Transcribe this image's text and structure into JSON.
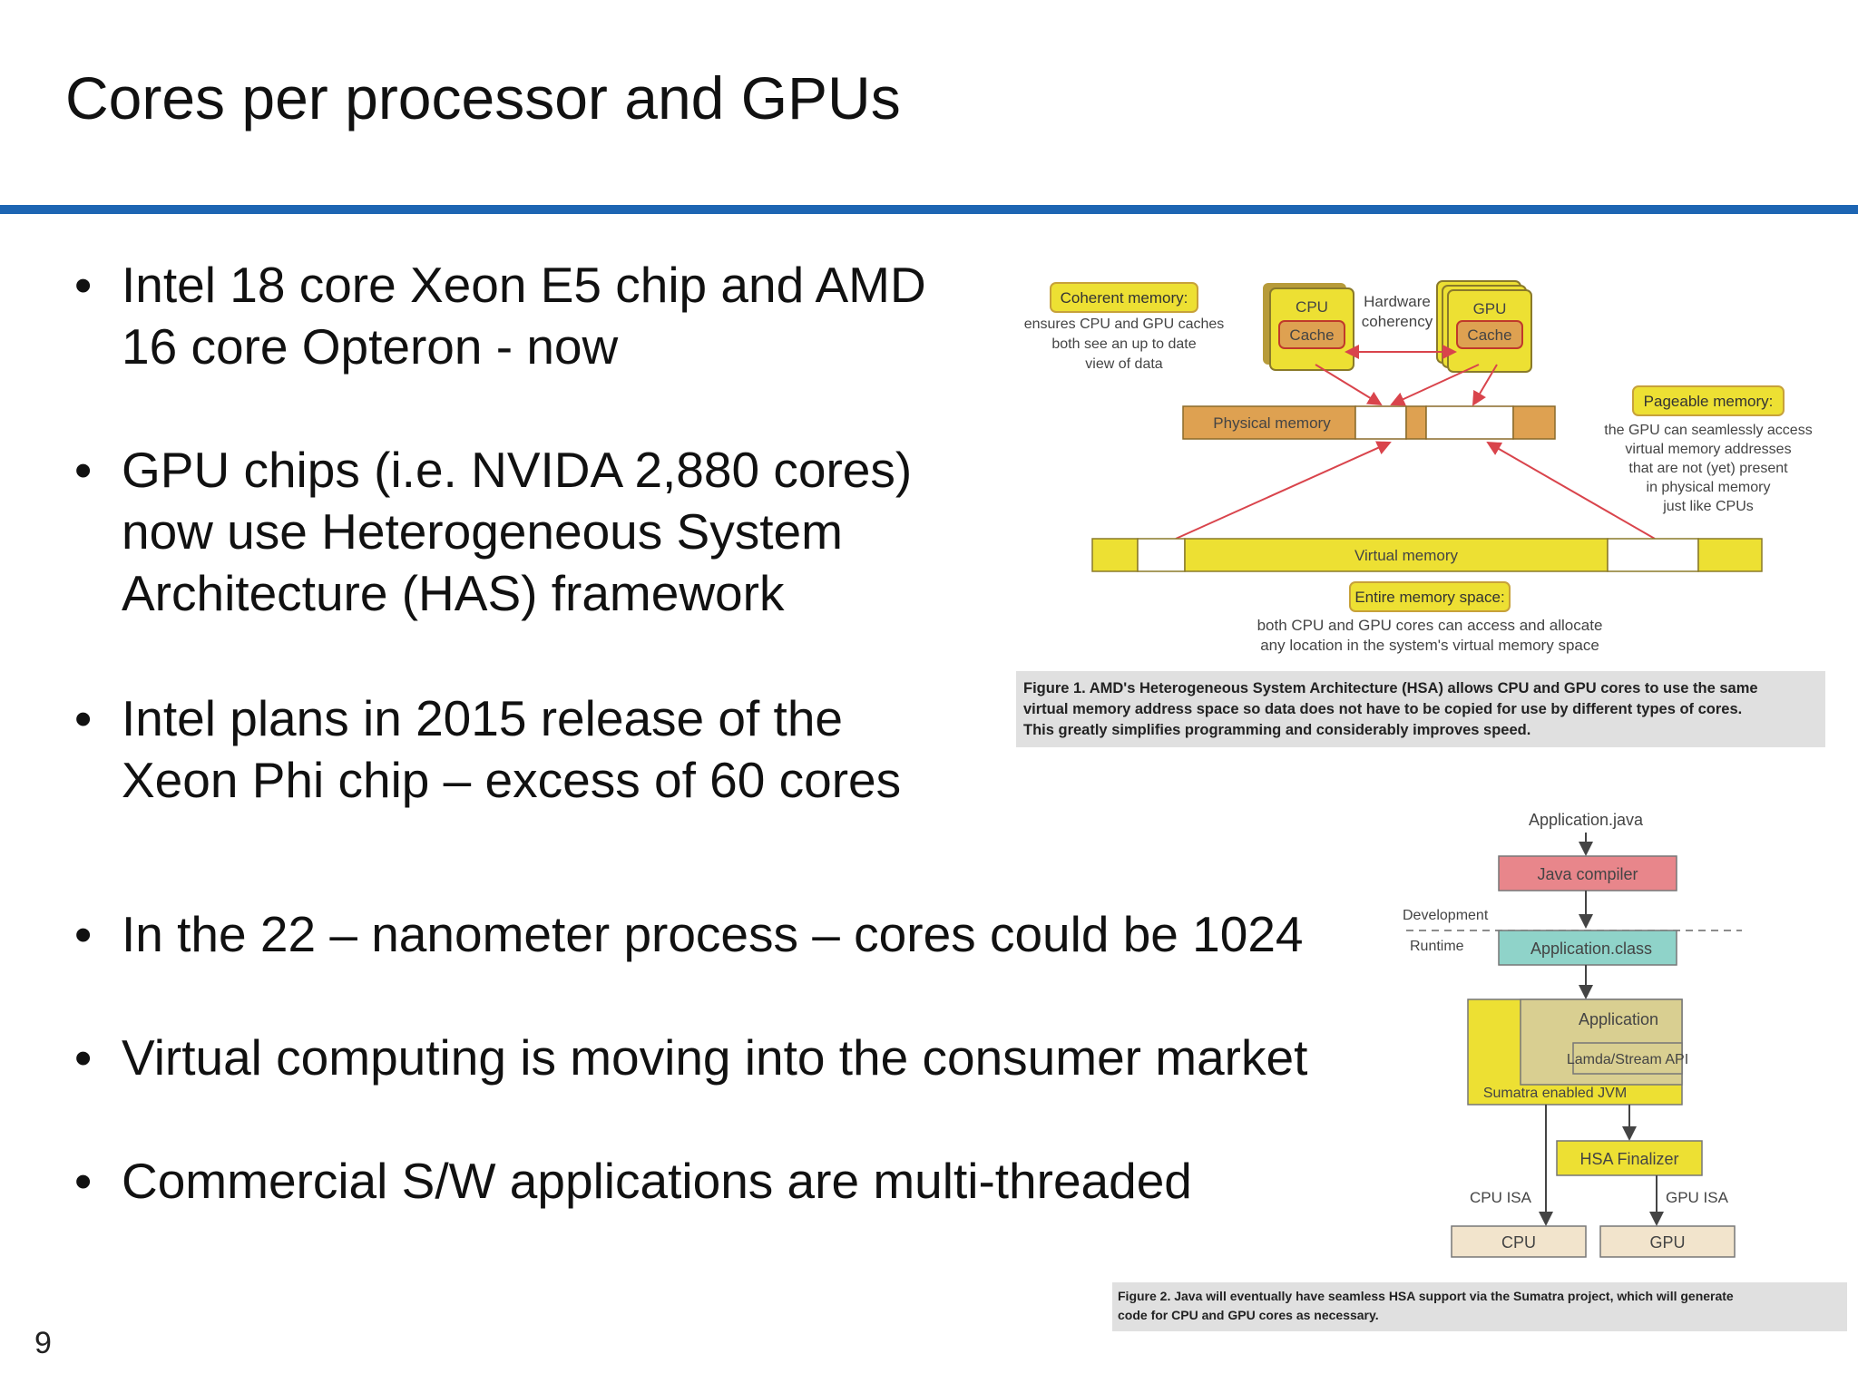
{
  "slide": {
    "title": "Cores per processor and GPUs",
    "page_number": "9"
  },
  "bullets": [
    {
      "lines": [
        "Intel 18 core Xeon E5 chip and AMD",
        "16 core Opteron - now"
      ]
    },
    {
      "lines": [
        "GPU chips (i.e. NVIDA 2,880 cores)",
        "now use Heterogeneous System",
        "Architecture (HAS) framework"
      ]
    },
    {
      "lines": [
        "Intel plans in 2015 release of the",
        "Xeon Phi chip – excess of 60 cores"
      ]
    },
    {
      "lines": [
        "In the 22 – nanometer process – cores could be 1024"
      ]
    },
    {
      "lines": [
        "Virtual computing is moving into the consumer market"
      ]
    },
    {
      "lines": [
        "Commercial S/W applications are multi-threaded"
      ]
    }
  ],
  "figure1": {
    "coherent_label": "Coherent memory:",
    "coherent_desc": [
      "ensures CPU and GPU caches",
      "both see an up to date",
      "view of data"
    ],
    "cpu": "CPU",
    "gpu": "GPU",
    "cache": "Cache",
    "hw_coherency": [
      "Hardware",
      "coherency"
    ],
    "physical_memory": "Physical memory",
    "pageable_label": "Pageable memory:",
    "pageable_desc": [
      "the GPU can seamlessly access",
      "virtual memory addresses",
      "that are not (yet) present",
      "in physical memory",
      "just like CPUs"
    ],
    "virtual_memory": "Virtual memory",
    "entire_label": "Entire memory space:",
    "entire_desc": [
      "both CPU and GPU cores can access and allocate",
      "any location in the system's virtual memory space"
    ],
    "caption": [
      "Figure 1. AMD's Heterogeneous System Architecture (HSA) allows CPU and GPU cores to use the same",
      "virtual memory address space so data does not have to be copied for use by different types of cores.",
      "This greatly simplifies programming and considerably improves speed."
    ]
  },
  "figure2": {
    "app_java": "Application.java",
    "java_compiler": "Java compiler",
    "development": "Development",
    "runtime": "Runtime",
    "app_class": "Application.class",
    "application": "Application",
    "lambda_api": "Lamda/Stream API",
    "sumatra_jvm": "Sumatra enabled JVM",
    "hsa_finalizer": "HSA Finalizer",
    "cpu_isa": "CPU ISA",
    "gpu_isa": "GPU ISA",
    "cpu": "CPU",
    "gpu": "GPU",
    "caption": [
      "Figure 2. Java will eventually have seamless HSA support via the Sumatra project, which will generate",
      "code for CPU and GPU cores as necessary."
    ]
  },
  "colors": {
    "title_rule": "#1d65b3",
    "yellow": "#ede033",
    "orange": "#dea151",
    "pink_box": "#e8868b",
    "teal_box": "#8fd3c9",
    "tan_box": "#d9cf91",
    "caption_bg": "#e0e0e0",
    "arrow_red": "#d9444c"
  }
}
